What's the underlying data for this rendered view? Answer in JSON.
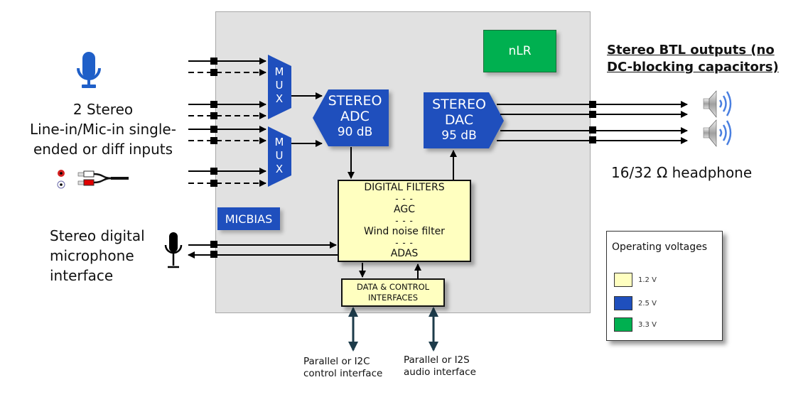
{
  "blocks": {
    "mux1": {
      "label": "MUX",
      "letters": [
        "M",
        "U",
        "X"
      ]
    },
    "mux2": {
      "label": "MUX",
      "letters": [
        "M",
        "U",
        "X"
      ]
    },
    "adc": {
      "line1": "STEREO",
      "line2": "ADC",
      "line3": "90 dB"
    },
    "dac": {
      "line1": "STEREO",
      "line2": "DAC",
      "line3": "95 dB"
    },
    "nlr": {
      "label": "nLR"
    },
    "micbias": {
      "label": "MICBIAS"
    },
    "digital_filters": {
      "lines": [
        "DIGITAL FILTERS",
        "- - -",
        "AGC",
        "- - -",
        "Wind noise filter",
        "- - -",
        "ADAS"
      ]
    },
    "data_control": {
      "line1": "DATA & CONTROL",
      "line2": "INTERFACES"
    }
  },
  "labels": {
    "inputs": [
      "2 Stereo",
      "Line-in/Mic-in single-",
      "ended or diff inputs"
    ],
    "digital_mic": [
      "Stereo digital",
      "microphone",
      "interface"
    ],
    "outputs_title": [
      "Stereo BTL outputs (no",
      "DC-blocking capacitors)"
    ],
    "headphone": "16/32 Ω headphone",
    "control_interface": [
      "Parallel or I2C",
      "control interface"
    ],
    "audio_interface": [
      "Parallel or I2S",
      "audio interface"
    ]
  },
  "legend": {
    "title": "Operating voltages",
    "items": [
      {
        "label": "1.2 V",
        "color": "#ffffc0"
      },
      {
        "label": "2.5 V",
        "color": "#1f4fbd"
      },
      {
        "label": "3.3 V",
        "color": "#00b050"
      }
    ]
  },
  "icons": {
    "analog_mic": "microphone-icon",
    "rca": "rca-cable-icon",
    "digital_mic": "microphone-icon",
    "speakers": "speaker-icon"
  },
  "colors": {
    "chip_bg": "#e1e1e1",
    "block_blue": "#1f4fbd",
    "block_green": "#00b050",
    "block_yellow": "#ffffc0",
    "bus_arrow": "#1d3b4a"
  }
}
